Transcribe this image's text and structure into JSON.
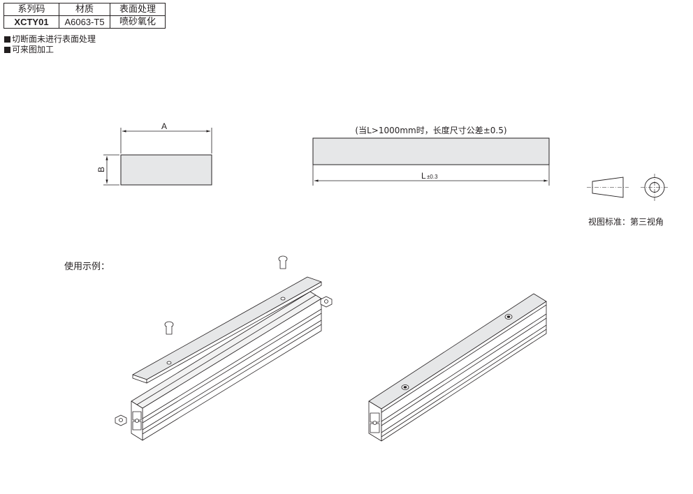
{
  "spec_table": {
    "headers": [
      "系列码",
      "材质",
      "表面处理"
    ],
    "row": [
      "XCTY01",
      "A6063-T5",
      "喷砂氧化"
    ]
  },
  "notes": [
    "切断面未进行表面处理",
    "可来图加工"
  ],
  "dimensions": {
    "width_label": "A",
    "height_label": "B",
    "length_note": "(当L>1000mm时，长度尺寸公差±0.5)",
    "length_label": "L",
    "length_tolerance": "±0.3"
  },
  "projection": {
    "caption": "视图标准：第三视角"
  },
  "usage": {
    "caption": "使用示例："
  },
  "colors": {
    "line": "#231f20",
    "plate_fill": "#e6e7e8",
    "profile_fill": "#f2f2f2"
  }
}
